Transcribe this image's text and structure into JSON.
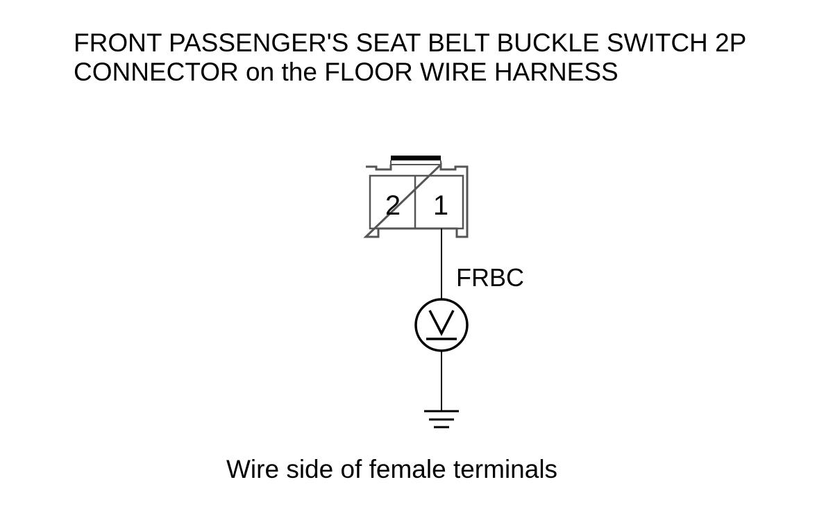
{
  "title": {
    "line1": "FRONT PASSENGER'S SEAT BELT BUCKLE SWITCH 2P",
    "line2": "CONNECTOR on the FLOOR WIRE HARNESS"
  },
  "connector": {
    "pins": [
      "2",
      "1"
    ]
  },
  "wire": {
    "label": "FRBC"
  },
  "meter": {
    "symbol": "V"
  },
  "caption": "Wire side of female terminals",
  "colors": {
    "line": "#000000",
    "connector_outline": "#555555",
    "background": "#ffffff"
  }
}
